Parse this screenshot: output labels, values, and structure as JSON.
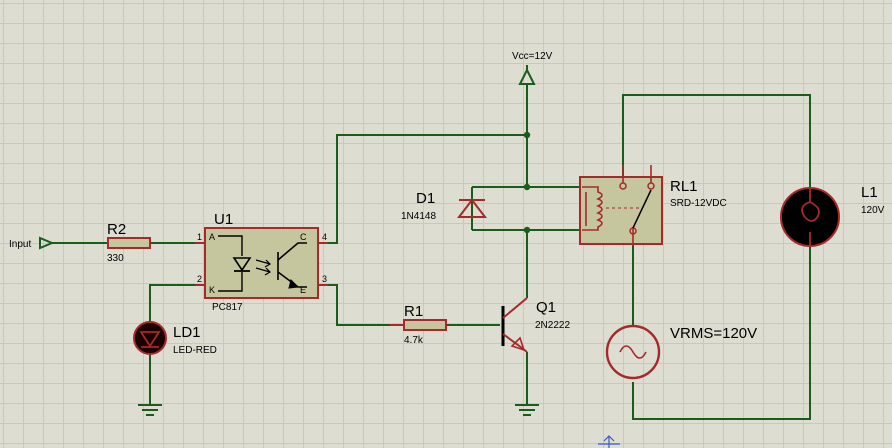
{
  "supply": {
    "label": "Vcc=12V"
  },
  "input": {
    "label": "Input"
  },
  "components": {
    "r2": {
      "ref": "R2",
      "value": "330"
    },
    "r1": {
      "ref": "R1",
      "value": "4.7k"
    },
    "u1": {
      "ref": "U1",
      "value": "PC817",
      "pins": {
        "p1": "1",
        "p2": "2",
        "p3": "3",
        "p4": "4",
        "a": "A",
        "k": "K",
        "c": "C",
        "e": "E"
      }
    },
    "ld1": {
      "ref": "LD1",
      "value": "LED-RED"
    },
    "d1": {
      "ref": "D1",
      "value": "1N4148"
    },
    "q1": {
      "ref": "Q1",
      "value": "2N2222"
    },
    "rl1": {
      "ref": "RL1",
      "value": "SRD-12VDC"
    },
    "l1": {
      "ref": "L1",
      "value": "120V"
    },
    "ac": {
      "label": "VRMS=120V"
    }
  },
  "colors": {
    "wire": "#1a5c1a",
    "part": "#a52a2a",
    "body": "#c6c69e",
    "junction": "#1a5c1a"
  }
}
